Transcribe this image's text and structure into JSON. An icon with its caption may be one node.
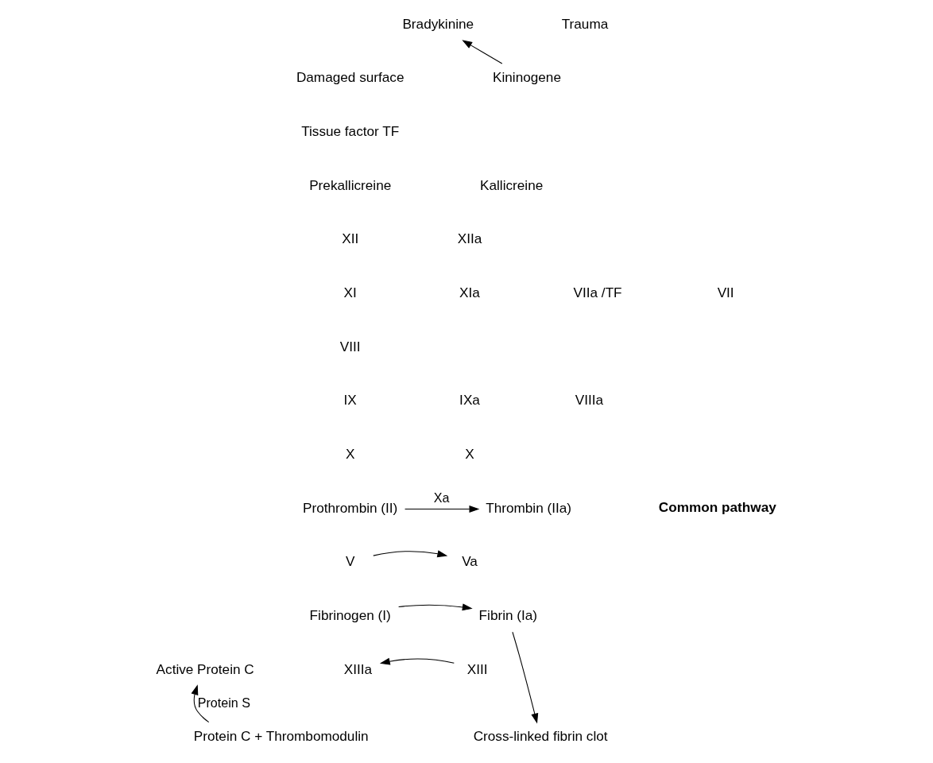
{
  "diagram": {
    "nodes": [
      {
        "text": [
          "Bradykinine"
        ]
      },
      {
        "text": [
          "Kininogene"
        ]
      },
      {
        "text": [
          "Prothrombin (II)"
        ]
      },
      {
        "text": [
          "Thrombin (IIa)"
        ]
      },
      {
        "text": [
          "Va"
        ]
      },
      {
        "text": [
          "V"
        ]
      },
      {
        "text": [
          "Fibrinogen (I)"
        ]
      },
      {
        "text": [
          "Fibrin (Ia)"
        ]
      },
      {
        "text": [
          "XIIIa"
        ]
      },
      {
        "text": [
          "XIII"
        ]
      },
      {
        "text": [
          "Active Protein C"
        ]
      },
      {
        "text": [
          "Cross-linked fibrin clot"
        ]
      },
      {
        "text": [
          "Protein C + Thrombomodulin"
        ]
      }
    ],
    "edges": [
      {
        "from": 1,
        "to": 0,
        "arrow": "to"
      },
      {
        "from": 2,
        "to": 3,
        "arrow": "to",
        "label": "Xa"
      },
      {
        "from": 5,
        "to": 4,
        "arrow": "to"
      },
      {
        "from": 6,
        "to": 7,
        "arrow": "to"
      },
      {
        "from": 9,
        "to": 8,
        "arrow": "to"
      },
      {
        "from": 7,
        "to": 11,
        "arrow": "to"
      },
      {
        "from": 12,
        "to": 10,
        "arrow": "to",
        "label": "Protein S"
      }
    ],
    "labels": [
      "Trauma",
      "Damaged surface",
      "Tissue factor TF",
      "Prekallicreine",
      "Kallicreine",
      "XII",
      "XIIa",
      "XI",
      "XIa",
      "VIIa /TF",
      "VII",
      "VIII",
      "IX",
      "IXa",
      "VIIIa",
      "X",
      "X",
      "Common pathway"
    ]
  }
}
